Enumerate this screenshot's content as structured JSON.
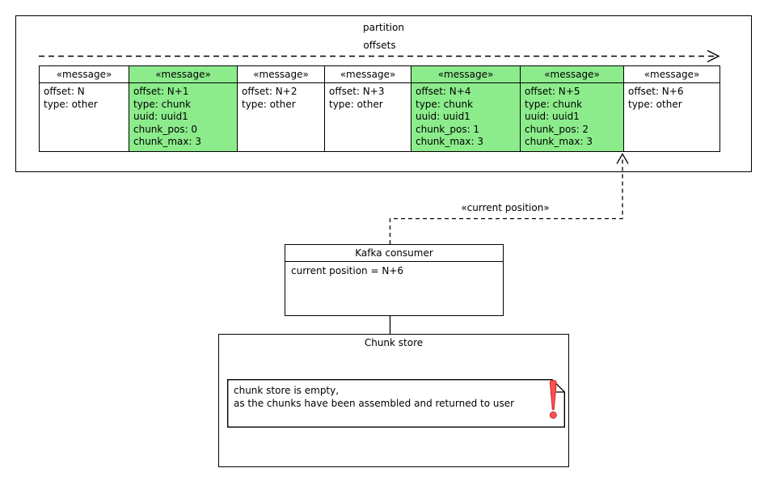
{
  "partition": {
    "title": "partition",
    "offsets_label": "offsets",
    "messages": [
      {
        "stereotype": "«message»",
        "body": "offset: N\ntype: other",
        "highlight": false
      },
      {
        "stereotype": "«message»",
        "body": "offset: N+1\ntype: chunk\nuuid: uuid1\nchunk_pos: 0\nchunk_max: 3",
        "highlight": true
      },
      {
        "stereotype": "«message»",
        "body": "offset: N+2\ntype: other",
        "highlight": false
      },
      {
        "stereotype": "«message»",
        "body": "offset: N+3\ntype: other",
        "highlight": false
      },
      {
        "stereotype": "«message»",
        "body": "offset: N+4\ntype: chunk\nuuid: uuid1\nchunk_pos: 1\nchunk_max: 3",
        "highlight": true
      },
      {
        "stereotype": "«message»",
        "body": "offset: N+5\ntype: chunk\nuuid: uuid1\nchunk_pos: 2\nchunk_max: 3",
        "highlight": true
      },
      {
        "stereotype": "«message»",
        "body": "offset: N+6\ntype: other",
        "highlight": false
      }
    ]
  },
  "current_position_label": "«current position»",
  "consumer": {
    "title": "Kafka consumer",
    "body": "current position = N+6"
  },
  "chunk_store": {
    "title": "Chunk store",
    "note_text": "chunk store is empty,\nas the chunks have been assembled and returned to user"
  },
  "icons": {
    "alert": "exclamation-icon"
  },
  "colors": {
    "highlight": "#8CEC8C",
    "line": "#000000",
    "alert": "#FF5252",
    "alert_outline": "#C62828",
    "background": "#FFFFFF"
  }
}
